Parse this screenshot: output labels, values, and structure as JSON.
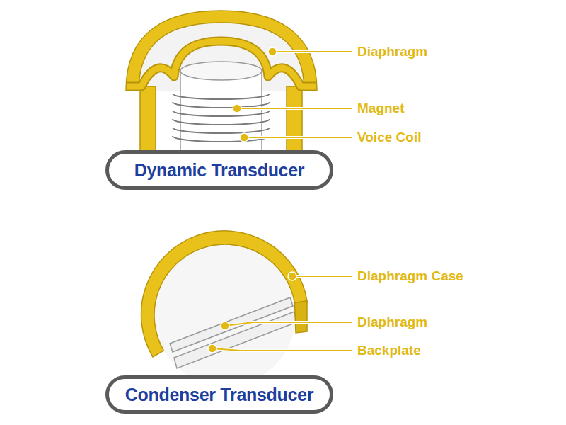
{
  "diagram": {
    "nodes": [
      {
        "text": [
          "Dynamic Transducer"
        ]
      },
      {
        "text": [
          "Condenser Transducer"
        ]
      }
    ],
    "labels": [
      "Diaphragm",
      "Magnet",
      "Voice Coil",
      "Diaphragm Case",
      "Diaphragm",
      "Backplate"
    ]
  }
}
